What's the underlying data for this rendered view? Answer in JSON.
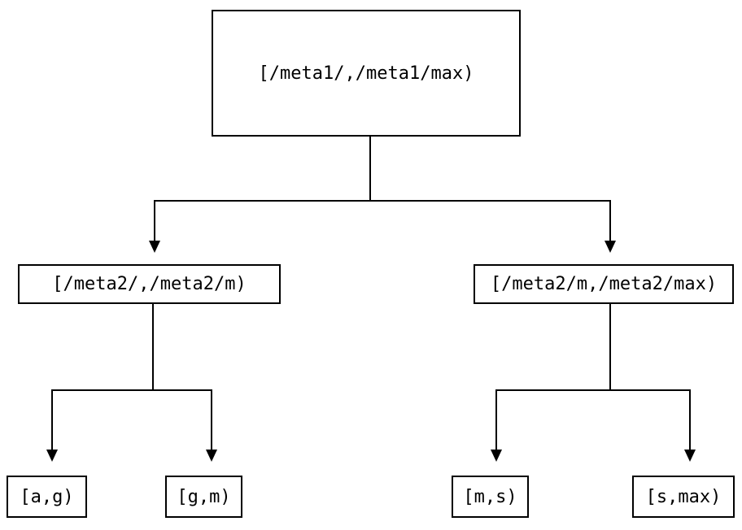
{
  "diagram": {
    "type": "binary-interval-tree",
    "background_color": "#ffffff",
    "line_color": "#000000",
    "nodes": {
      "root": {
        "label": "[/meta1/,/meta1/max)"
      },
      "left": {
        "label": "[/meta2/,/meta2/m)"
      },
      "right": {
        "label": "[/meta2/m,/meta2/max)"
      },
      "leaf_ag": {
        "label": "[a,g)"
      },
      "leaf_gm": {
        "label": "[g,m)"
      },
      "leaf_ms": {
        "label": "[m,s)"
      },
      "leaf_smax": {
        "label": "[s,max)"
      }
    },
    "edges": [
      {
        "from": "root",
        "to": "left"
      },
      {
        "from": "root",
        "to": "right"
      },
      {
        "from": "left",
        "to": "leaf_ag"
      },
      {
        "from": "left",
        "to": "leaf_gm"
      },
      {
        "from": "right",
        "to": "leaf_ms"
      },
      {
        "from": "right",
        "to": "leaf_smax"
      }
    ]
  }
}
